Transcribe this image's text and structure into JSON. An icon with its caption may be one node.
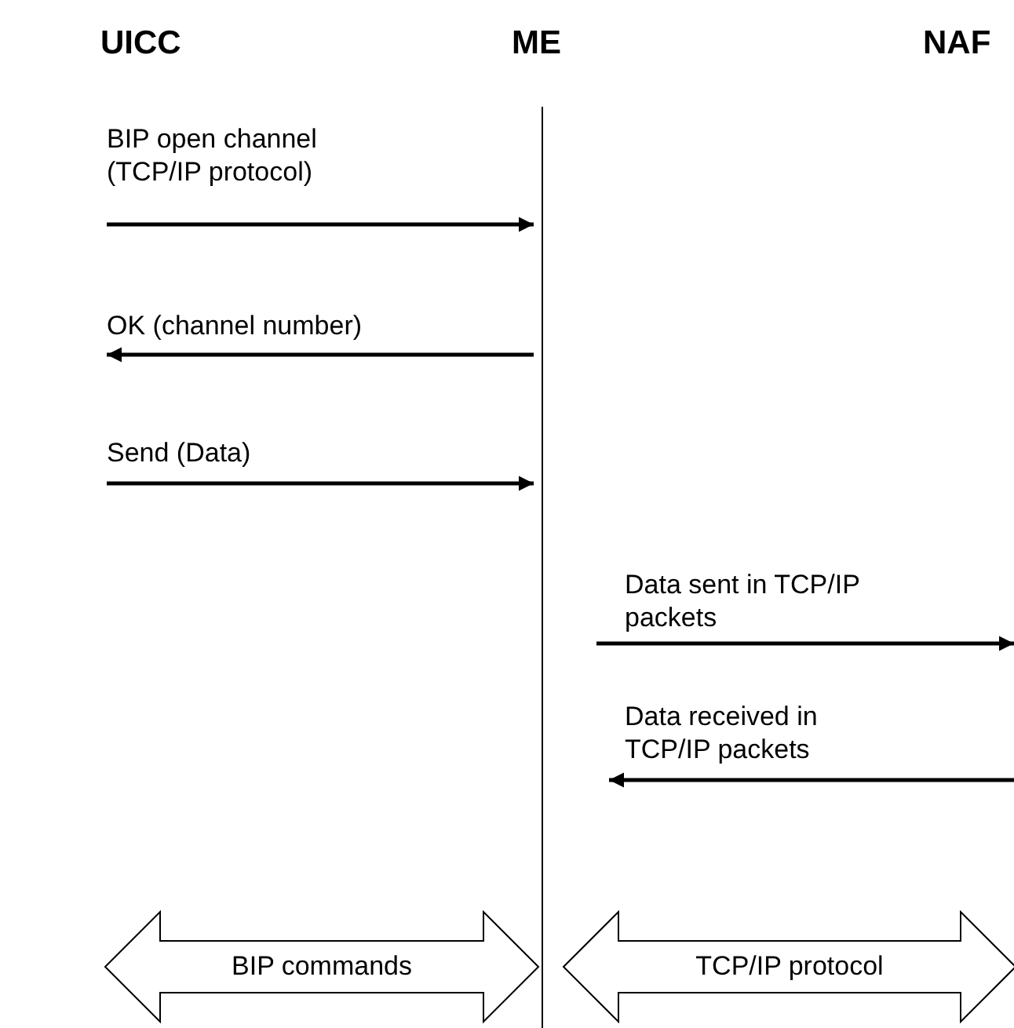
{
  "diagram": {
    "nodes": [
      {
        "text": [
          "UICC"
        ]
      },
      {
        "text": [
          "ME"
        ]
      },
      {
        "text": [
          "NAF"
        ]
      },
      {
        "text": [
          "BIP commands"
        ]
      },
      {
        "text": [
          "TCP/IP protocol"
        ]
      }
    ],
    "edges": [
      {
        "from": null,
        "to": 1,
        "arrow": "to",
        "label": "BIP open channel (TCP/IP protocol)"
      },
      {
        "from": 1,
        "to": null,
        "arrow": "to",
        "label": "OK (channel number)"
      },
      {
        "from": null,
        "to": 1,
        "arrow": "to",
        "label": "Send (Data)"
      },
      {
        "from": 1,
        "to": null,
        "arrow": "to",
        "label": "Data sent in TCP/IP packets"
      },
      {
        "from": null,
        "to": 1,
        "arrow": "to",
        "label": "Data received in TCP/IP packets"
      }
    ]
  }
}
